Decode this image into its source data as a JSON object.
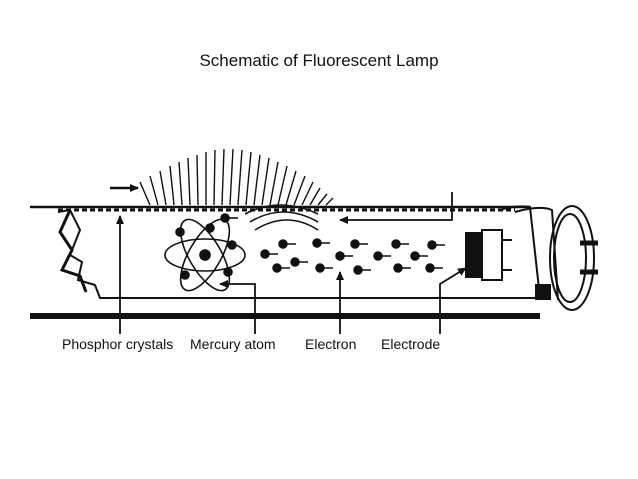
{
  "title": "Schematic of Fluorescent Lamp",
  "labels": {
    "phosphor": "Phosphor crystals",
    "mercury": "Mercury atom",
    "electron": "Electron",
    "electrode": "Electrode"
  },
  "colors": {
    "ink": "#111111",
    "background": "#ffffff"
  }
}
